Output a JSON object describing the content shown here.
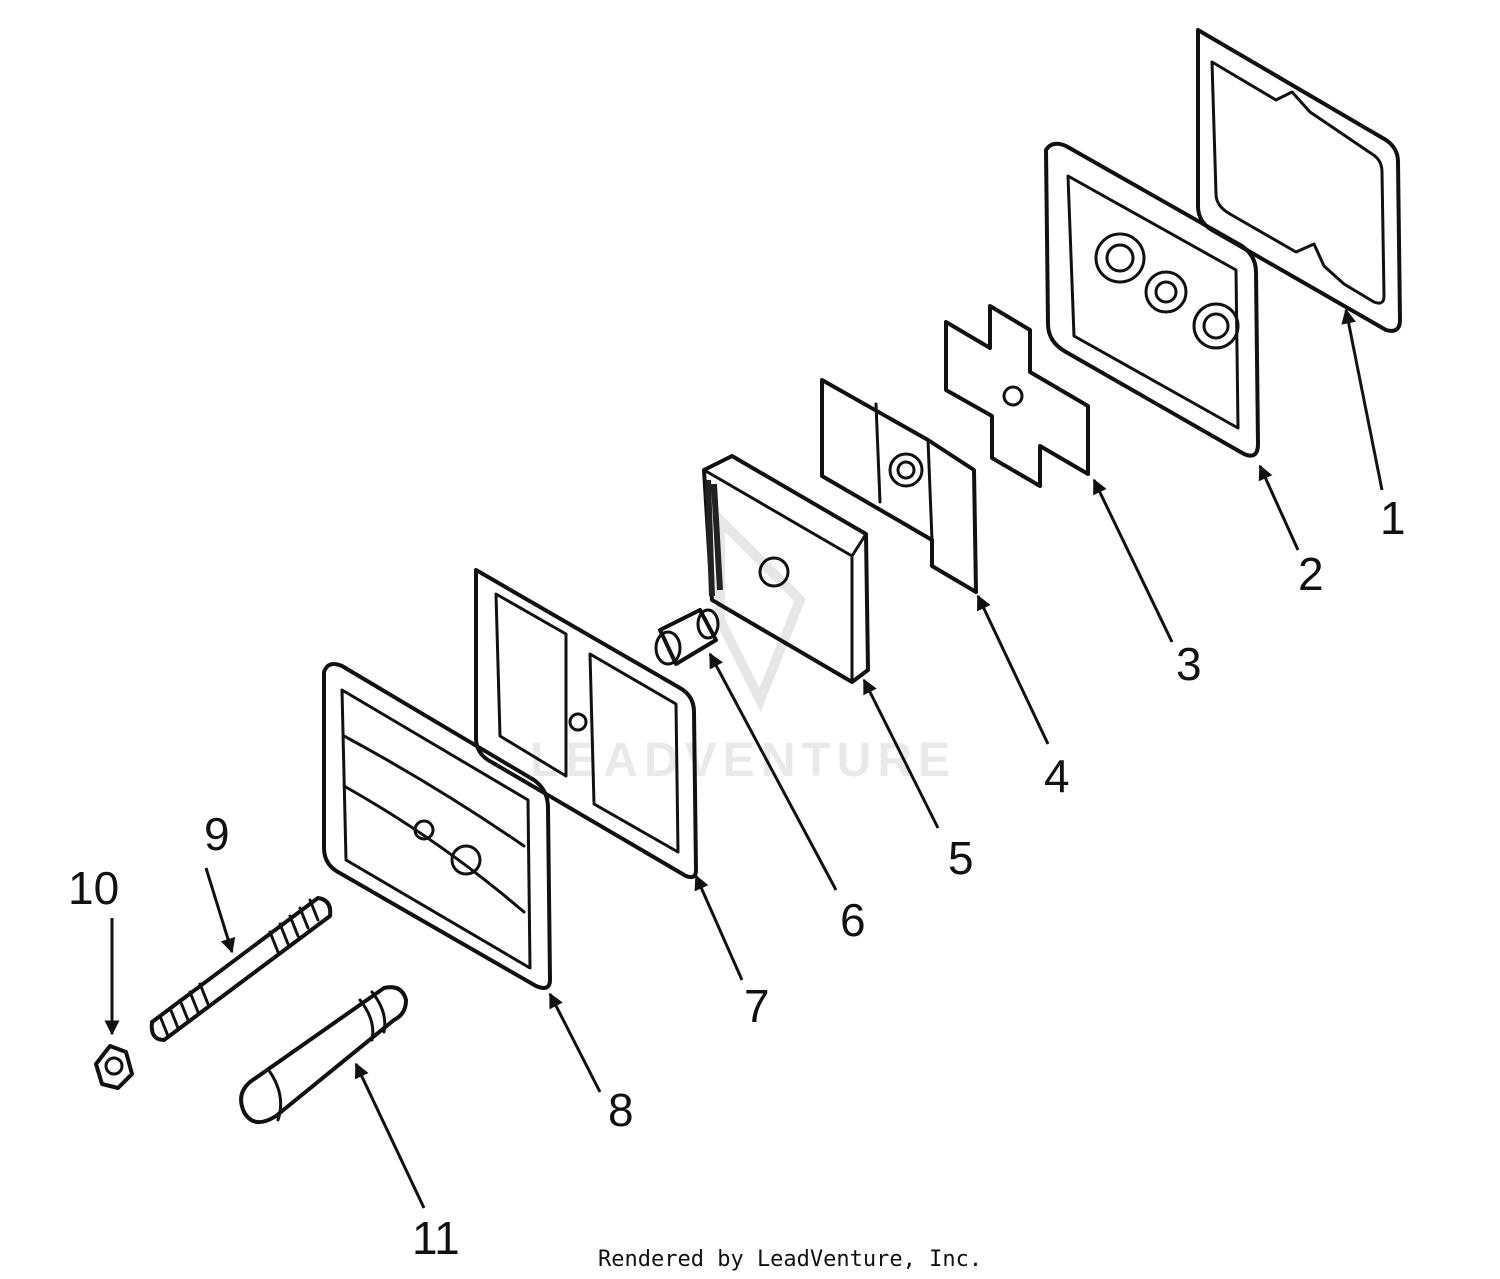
{
  "callouts": [
    "1",
    "2",
    "3",
    "4",
    "5",
    "6",
    "7",
    "8",
    "9",
    "10",
    "11"
  ],
  "watermark": "LEADVENTURE",
  "credit": "Rendered by LeadVenture, Inc.",
  "colors": {
    "ink": "#111111",
    "watermark": "#e7e7e7",
    "background": "#ffffff"
  }
}
